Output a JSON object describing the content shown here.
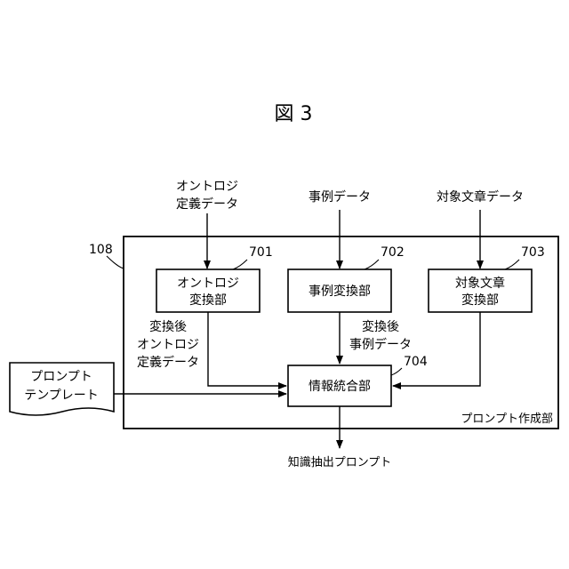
{
  "figure": {
    "title": "図 3"
  },
  "frame": {
    "ref": "108",
    "label": "プロンプト作成部"
  },
  "inputs": {
    "ontology": [
      "オントロジ",
      "定義データ"
    ],
    "case": "事例データ",
    "target": "対象文章データ",
    "template": [
      "プロンプト",
      "テンプレート"
    ]
  },
  "units": {
    "ontology_converter": {
      "ref": "701",
      "label": [
        "オントロジ",
        "変換部"
      ]
    },
    "case_converter": {
      "ref": "702",
      "label": "事例変換部"
    },
    "target_converter": {
      "ref": "703",
      "label": [
        "対象文章",
        "変換部"
      ]
    },
    "integrator": {
      "ref": "704",
      "label": "情報統合部"
    }
  },
  "flows": {
    "converted_ontology": [
      "変換後",
      "オントロジ",
      "定義データ"
    ],
    "converted_case": [
      "変換後",
      "事例データ"
    ]
  },
  "output": {
    "label": "知識抽出プロンプト"
  }
}
